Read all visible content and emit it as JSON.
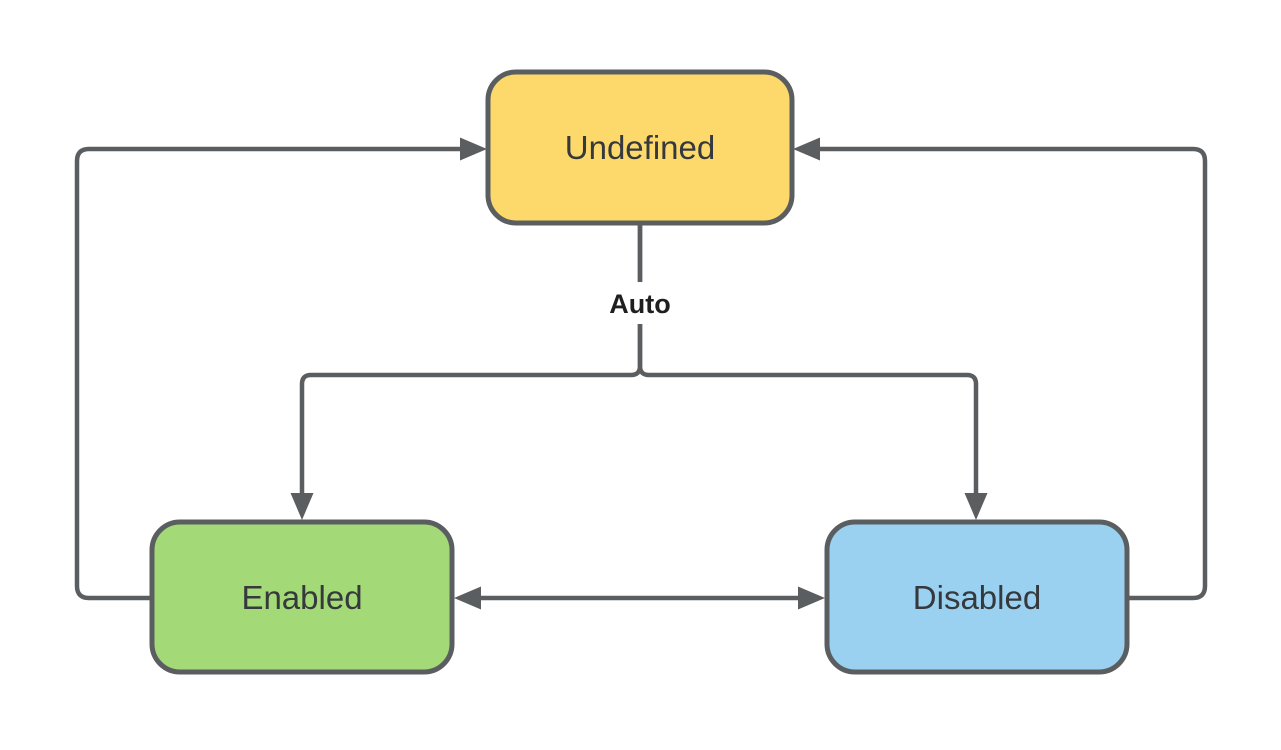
{
  "diagram": {
    "background_color": "#ffffff",
    "connector_color": "#5b5e60",
    "node_border_color": "#5b5e60",
    "node_text_color": "#35383c",
    "nodes": [
      {
        "id": "undefined",
        "label": "Undefined",
        "fill": "#fcd96a",
        "position": "top-center"
      },
      {
        "id": "enabled",
        "label": "Enabled",
        "fill": "#a3d977",
        "position": "bottom-left"
      },
      {
        "id": "disabled",
        "label": "Disabled",
        "fill": "#9ad1f0",
        "position": "bottom-right"
      }
    ],
    "edges": [
      {
        "from": "Undefined",
        "to": "Enabled and Disabled",
        "label": "Auto",
        "type": "branching-arrow"
      },
      {
        "from": "Enabled",
        "to": "Undefined",
        "label": "",
        "type": "arrow"
      },
      {
        "from": "Disabled",
        "to": "Undefined",
        "label": "",
        "type": "arrow"
      },
      {
        "from": "Enabled",
        "to": "Disabled",
        "label": "",
        "type": "double-headed-arrow"
      }
    ]
  }
}
